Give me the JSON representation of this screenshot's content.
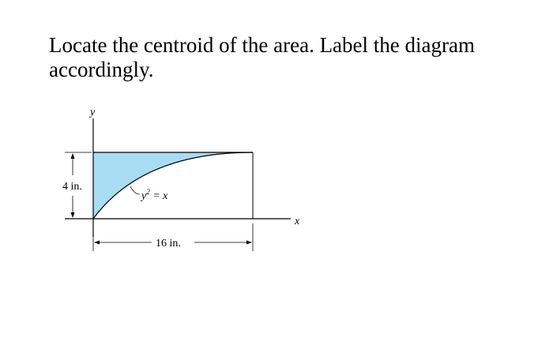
{
  "problem": {
    "text_line1": "Locate the centroid of the area.  Label the diagram",
    "text_line2": "accordingly."
  },
  "diagram": {
    "y_axis_label": "y",
    "x_axis_label": "x",
    "height_dimension": "4 in.",
    "width_dimension": "16 in.",
    "curve_equation_base": "y",
    "curve_equation_exponent": "2",
    "curve_equation_rest": " = x",
    "fill_color": "#a8dcf2"
  }
}
